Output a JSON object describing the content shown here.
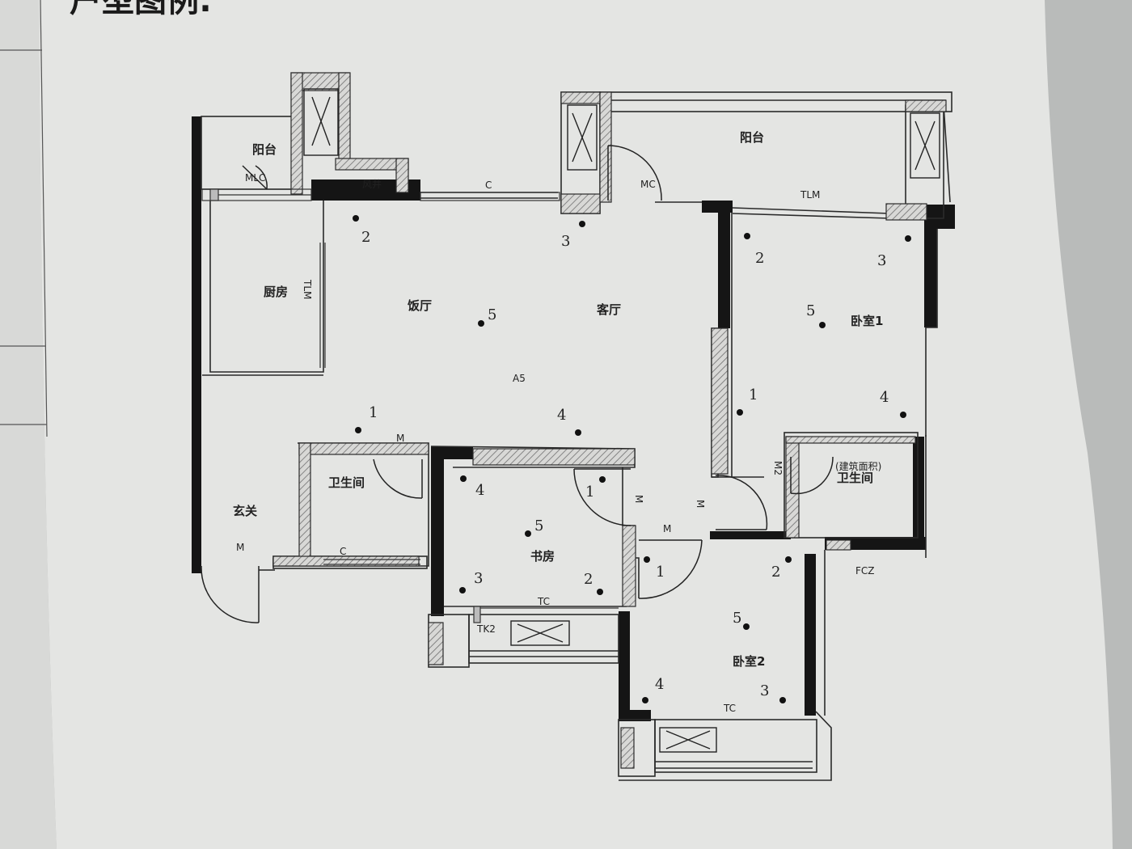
{
  "page_title": "户型图例:",
  "rooms": {
    "balcony_left": "阳台",
    "balcony_top": "阳台",
    "kitchen": "厨房",
    "dining": "饭厅",
    "living": "客厅",
    "bedroom1": "卧室1",
    "bedroom2": "卧室2",
    "study": "书房",
    "bath1": "卫生间",
    "bath2": "卫生间",
    "bath2_note": "(建筑面积)",
    "foyer": "玄关"
  },
  "codes": {
    "mlc": "MLC",
    "c_top": "C",
    "mc": "MC",
    "tlm_top": "TLM",
    "tlm_kitchen": "TLM",
    "a5": "A5",
    "m_dining": "M",
    "m_foyer": "M",
    "c_bath": "C",
    "m_hall": "M",
    "m_hall2": "M",
    "m_hall3": "M",
    "tc_study": "TC",
    "tk2": "TK2",
    "m2": "M2",
    "fcz": "FCZ",
    "tc_bed2": "TC",
    "shaft": "风井"
  },
  "points": {
    "dining_2": "2",
    "dining_3": "3",
    "dining_5": "5",
    "dining_1": "1",
    "dining_4": "4",
    "bed1_2": "2",
    "bed1_3": "3",
    "bed1_5": "5",
    "bed1_1": "1",
    "bed1_4": "4",
    "study_4": "4",
    "study_1": "1",
    "study_5": "5",
    "study_3": "3",
    "study_2": "2",
    "bed2_1": "1",
    "bed2_2": "2",
    "bed2_5": "5",
    "bed2_4": "4",
    "bed2_3": "3"
  },
  "colors": {
    "paper": "#e6e7e5",
    "wall": "#151515",
    "line": "#2a2a2a",
    "hatch": "#7a7a7a"
  }
}
